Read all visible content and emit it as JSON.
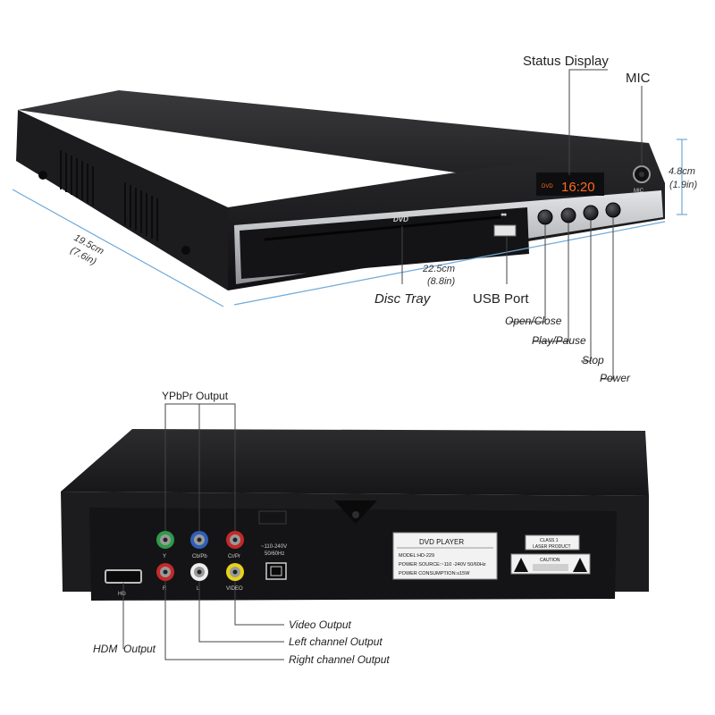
{
  "front": {
    "labels": {
      "status_display": "Status Display",
      "mic": "MIC",
      "disc_tray": "Disc Tray",
      "usb_port": "USB Port",
      "open_close": "Open/Close",
      "play_pause": "Play/Pause",
      "stop": "Stop",
      "power": "Power"
    },
    "dimensions": {
      "depth": "19.5cm",
      "depth_in": "(7.6in)",
      "width": "22.5cm",
      "width_in": "(8.8in)",
      "height": "4.8cm",
      "height_in": "(1.9in)"
    },
    "panel": {
      "logo": "DVD",
      "display_time": "16:20",
      "display_tag": "DVD",
      "mic_tag": "MIC",
      "play_symbol": "▶",
      "usb_symbol": "⬌"
    }
  },
  "back": {
    "labels": {
      "ypbpr_output": "YPbPr Output",
      "hdmi_output": "HDM  Output",
      "video_output": "Video Output",
      "left_channel_output": "Left channel Output",
      "right_channel_output": "Right channel Output"
    },
    "jack_labels": {
      "y": "Y",
      "cb": "Cb/Pb",
      "cr": "Cr/Pr",
      "r": "R",
      "l": "L",
      "video": "VIDEO",
      "hd": "HD"
    },
    "power_spec": {
      "line1": "~110-240V",
      "line2": "50/60Hz"
    },
    "nameplate": {
      "title": "DVD PLAYER",
      "model": "MODEL:HD-229",
      "power_source": "POWER SOURCE:~110 -240V 50/60Hz",
      "power_consumption": "POWER CONSUMPTION:≤15W"
    },
    "laser": {
      "line1": "CLASS 1",
      "line2": "LASER PRODUCT",
      "caution": "CAUTION"
    }
  },
  "colors": {
    "body": "#2a2a2c",
    "panel": "#1a1a1c",
    "silver": "#c9cbce",
    "display": "#ff6a1a",
    "jack_green": "#2f9a4a",
    "jack_blue": "#2f5fb8",
    "jack_red": "#c42a2a",
    "jack_white": "#eeeeee",
    "jack_yellow": "#e8d21a",
    "dim_line": "#6fa9d8"
  }
}
